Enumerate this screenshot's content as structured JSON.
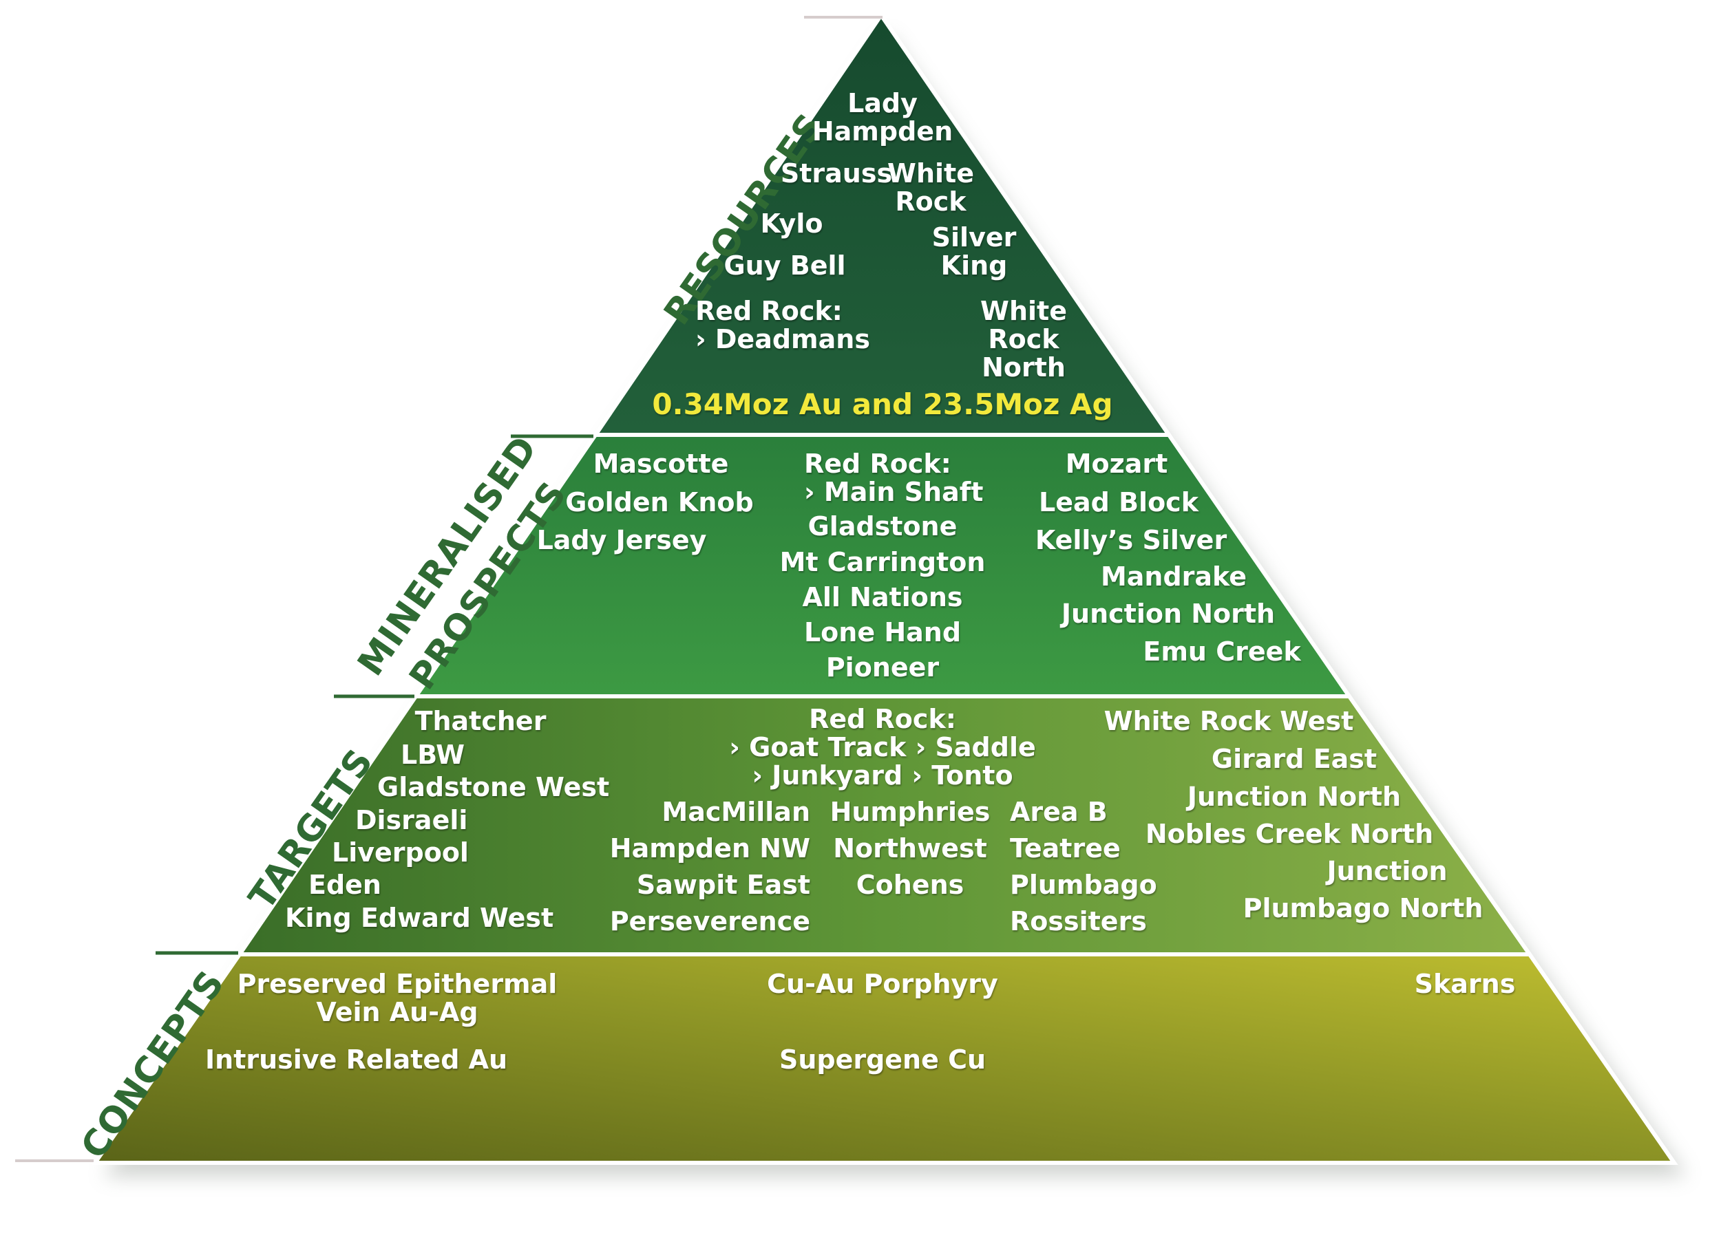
{
  "tiers": {
    "resources": "RESOURCES",
    "mineralised": "MINERALISED",
    "prospects": "PROSPECTS",
    "targets": "TARGETS",
    "concepts": "CONCEPTS"
  },
  "resources": {
    "lady_hampden": "Lady\nHampden",
    "strauss": "Strauss",
    "white_rock": "White\nRock",
    "kylo": "Kylo",
    "silver_king": "Silver\nKing",
    "guy_bell": "Guy Bell",
    "red_rock_deadmans": "Red Rock:\n› Deadmans",
    "white_rock_north": "White\nRock\nNorth",
    "summary": "0.34Moz Au and 23.5Moz Ag"
  },
  "prospects": {
    "mascotte": "Mascotte",
    "golden_knob": "Golden Knob",
    "lady_jersey": "Lady Jersey",
    "red_rock_main_shaft": "Red Rock:\n› Main Shaft",
    "gladstone": "Gladstone",
    "mt_carrington": "Mt Carrington",
    "all_nations": "All Nations",
    "lone_hand": "Lone Hand",
    "pioneer": "Pioneer",
    "mozart": "Mozart",
    "lead_block": "Lead Block",
    "kellys_silver": "Kelly’s Silver",
    "mandrake": "Mandrake",
    "junction_north": "Junction North",
    "emu_creek": "Emu Creek"
  },
  "targets": {
    "thatcher": "Thatcher",
    "lbw": "LBW",
    "gladstone_west": "Gladstone West",
    "disraeli": "Disraeli",
    "liverpool": "Liverpool",
    "eden": "Eden",
    "king_edward_west": "King Edward West",
    "red_rock_group": "Red Rock:\n› Goat Track › Saddle\n› Junkyard › Tonto",
    "macmillan": "MacMillan",
    "hampden_nw": "Hampden NW",
    "sawpit_east": "Sawpit East",
    "perseverence": "Perseverence",
    "humphries": "Humphries",
    "northwest": "Northwest",
    "cohens": "Cohens",
    "area_b": "Area B",
    "teatree": "Teatree",
    "plumbago": "Plumbago",
    "rossiters": "Rossiters",
    "white_rock_west": "White Rock West",
    "girard_east": "Girard East",
    "junction_north": "Junction North",
    "nobles_creek_north": "Nobles Creek North",
    "junction": "Junction",
    "plumbago_north": "Plumbago North"
  },
  "concepts": {
    "preserved_epithermal": "Preserved Epithermal\nVein Au-Ag",
    "intrusive_related": "Intrusive Related Au",
    "cu_au_porphyry": "Cu-Au Porphyry",
    "supergene_cu": "Supergene Cu",
    "skarns": "Skarns"
  },
  "colors": {
    "resources": "#1d5435",
    "prospects": "#2e8a3e",
    "targets_left": "#3f7a2c",
    "targets_right": "#86ab45",
    "concepts_left": "#5e6a1c",
    "concepts_right": "#b8ba2e",
    "summary_text": "#f2e93c",
    "tier_label": "#2f6a33"
  }
}
